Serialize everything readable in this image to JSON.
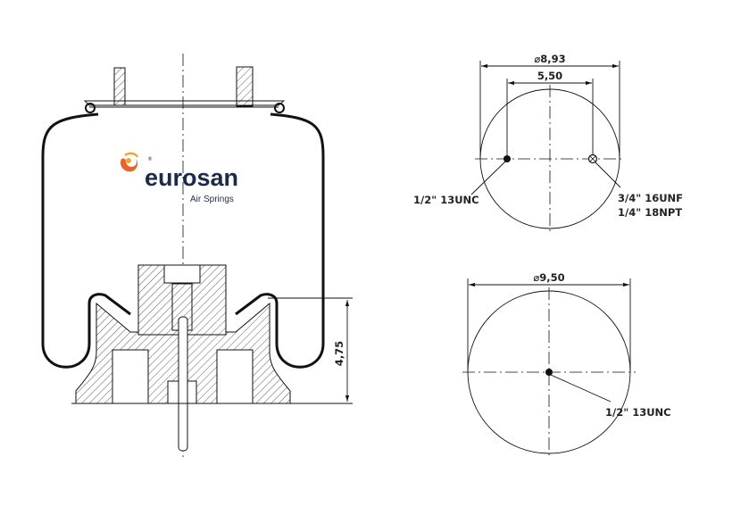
{
  "logo": {
    "brand": "eurosan",
    "tagline": "Air Springs",
    "registered": "®",
    "colors": {
      "brand_text": "#1d2a48",
      "flame": "#e8642a"
    }
  },
  "side_view": {
    "height_dim": "4,75"
  },
  "top_plate_view": {
    "diameter_dim": "8,93",
    "diameter_symbol": "⌀",
    "stud_spacing_dim": "5,50",
    "left_thread": "1/2\" 13UNC",
    "right_thread_line1": "3/4\" 16UNF",
    "right_thread_line2": "1/4\" 18NPT"
  },
  "bottom_view": {
    "diameter_dim": "9,50",
    "diameter_symbol": "⌀",
    "center_thread": "1/2\" 13UNC"
  }
}
